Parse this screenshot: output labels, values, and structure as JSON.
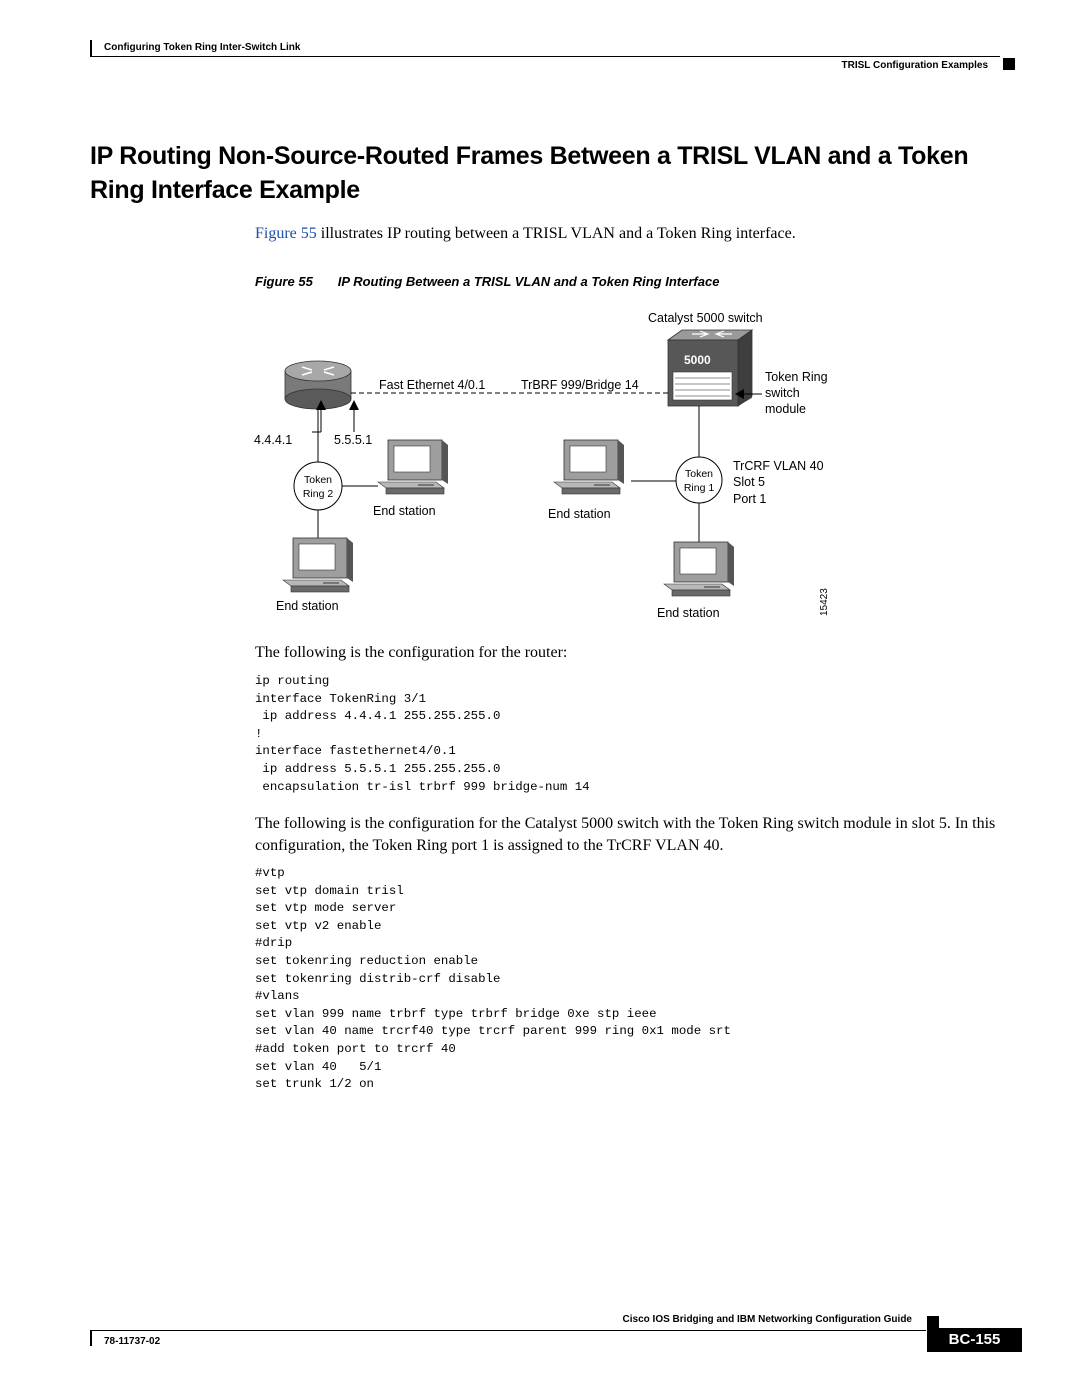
{
  "header": {
    "chapter": "Configuring Token Ring Inter-Switch Link",
    "section": "TRISL Configuration Examples"
  },
  "title": "IP Routing Non-Source-Routed Frames Between a TRISL VLAN and a Token Ring Interface Example",
  "intro": {
    "figure_ref": "Figure 55",
    "text": " illustrates IP routing between a TRISL VLAN and a Token Ring interface."
  },
  "figure": {
    "number": "Figure 55",
    "caption": "IP Routing Between a TRISL VLAN and a Token Ring Interface",
    "labels": {
      "catalyst": "Catalyst 5000 switch",
      "switch_badge": "5000",
      "fast_ethernet": "Fast Ethernet 4/0.1",
      "trbrf": "TrBRF 999/Bridge 14",
      "tr_switch_module_1": "Token Ring",
      "tr_switch_module_2": "switch",
      "tr_switch_module_3": "module",
      "ip_left": "4.4.4.1",
      "ip_right": "5.5.5.1",
      "ring2_a": "Token",
      "ring2_b": "Ring 2",
      "ring1_a": "Token",
      "ring1_b": "Ring 1",
      "trcrf_1": "TrCRF VLAN 40",
      "trcrf_2": "Slot 5",
      "trcrf_3": "Port 1",
      "end_station_1": "End station",
      "end_station_2": "End station",
      "end_station_3": "End station",
      "end_station_4": "End station",
      "figure_id": "15423"
    }
  },
  "router_intro": "The following is the configuration for the router:",
  "router_config": "ip routing\ninterface TokenRing 3/1\n ip address 4.4.4.1 255.255.255.0\n!\ninterface fastethernet4/0.1\n ip address 5.5.5.1 255.255.255.0\n encapsulation tr-isl trbrf 999 bridge-num 14",
  "switch_intro": "The following is the configuration for the Catalyst 5000 switch with the Token Ring switch module in slot 5. In this configuration, the Token Ring port 1 is assigned to the TrCRF VLAN 40.",
  "switch_config": "#vtp\nset vtp domain trisl\nset vtp mode server\nset vtp v2 enable\n#drip\nset tokenring reduction enable\nset tokenring distrib-crf disable\n#vlans\nset vlan 999 name trbrf type trbrf bridge 0xe stp ieee\nset vlan 40 name trcrf40 type trcrf parent 999 ring 0x1 mode srt\n#add token port to trcrf 40\nset vlan 40   5/1\nset trunk 1/2 on",
  "footer": {
    "guide_title": "Cisco IOS Bridging and IBM Networking Configuration Guide",
    "doc_number": "78-11737-02",
    "page": "BC-155"
  },
  "colors": {
    "link": "#1f4ea8",
    "icon_gray": "#8a8a8a",
    "dark": "#222222"
  }
}
